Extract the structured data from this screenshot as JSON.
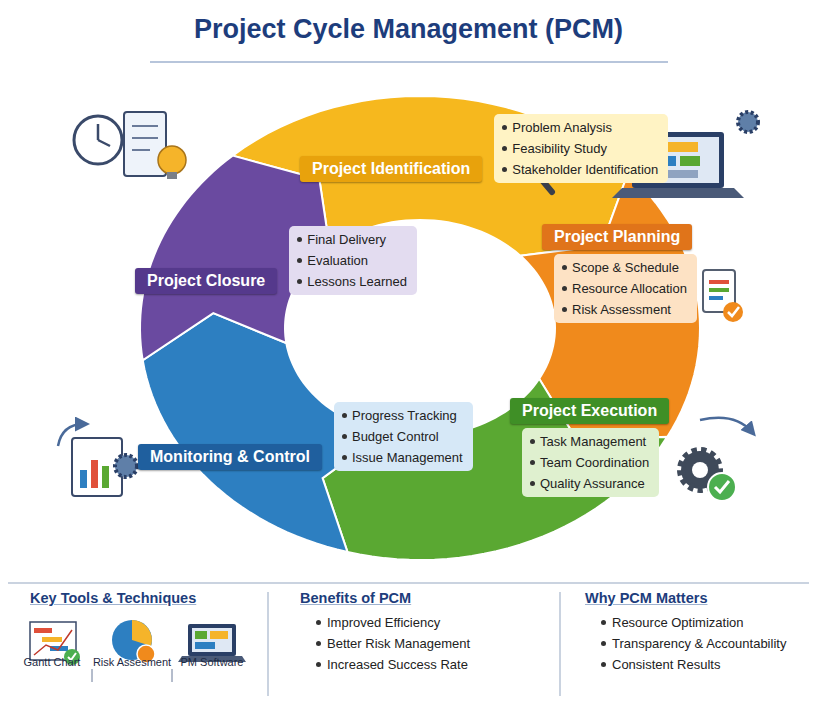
{
  "diagram": {
    "title": "Project Cycle Management (PCM)",
    "nodes": [
      {
        "text": [
          "Project Identification",
          "Problem Analysis",
          "Feasibility Study",
          "Stakeholder Identification"
        ]
      },
      {
        "text": [
          "Project Planning",
          "Scope & Schedule",
          "Resource Allocation",
          "Risk Assessment"
        ]
      },
      {
        "text": [
          "Project Execution",
          "Task Management",
          "Team Coordination",
          "Quality Assurance"
        ]
      },
      {
        "text": [
          "Monitoring & Control",
          "Progress Tracking",
          "Budget Control",
          "Issue Management"
        ]
      },
      {
        "text": [
          "Project Closure",
          "Final Delivery",
          "Evaluation",
          "Lessons Learned"
        ]
      },
      {
        "text": [
          "Key Tools & Techniques",
          "Gantt Chart",
          "Risk Assesment",
          "PM Software"
        ]
      },
      {
        "text": [
          "Benefits of PCM",
          "Improved Efficiency",
          "Better Risk Management",
          "Increased Success Rate"
        ]
      },
      {
        "text": [
          "Why PCM Matters",
          "Resource Optimization",
          "Transparency & Accountability",
          "Consistent Results"
        ]
      }
    ]
  }
}
